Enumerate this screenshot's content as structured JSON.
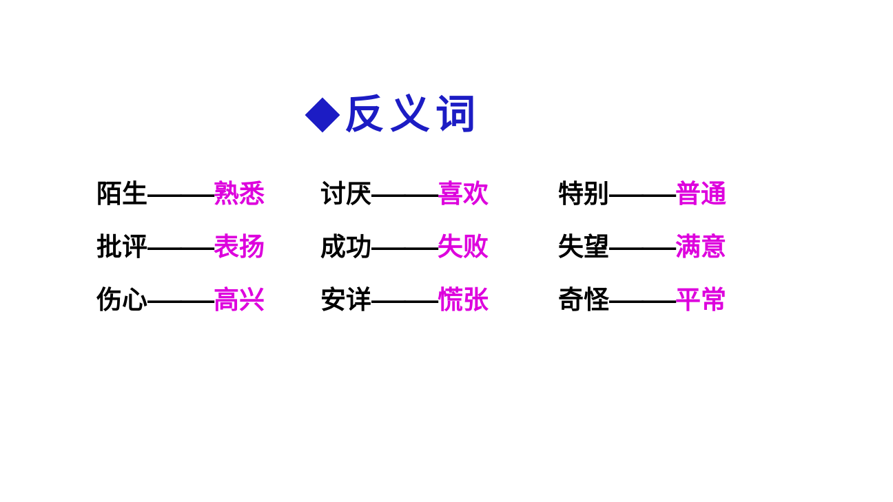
{
  "title": {
    "bullet_icon": "diamond",
    "text": "反义词"
  },
  "colors": {
    "title": "#1c1cc4",
    "word": "#000000",
    "antonym": "#dd00dd",
    "background": "#ffffff"
  },
  "separator": "——",
  "pairs": [
    {
      "word": "陌生",
      "antonym": "熟悉"
    },
    {
      "word": "讨厌",
      "antonym": "喜欢"
    },
    {
      "word": "特别",
      "antonym": "普通"
    },
    {
      "word": "批评",
      "antonym": "表扬"
    },
    {
      "word": "成功",
      "antonym": "失败"
    },
    {
      "word": "失望",
      "antonym": "满意"
    },
    {
      "word": "伤心",
      "antonym": "高兴"
    },
    {
      "word": "安详",
      "antonym": "慌张"
    },
    {
      "word": "奇怪",
      "antonym": "平常"
    }
  ]
}
